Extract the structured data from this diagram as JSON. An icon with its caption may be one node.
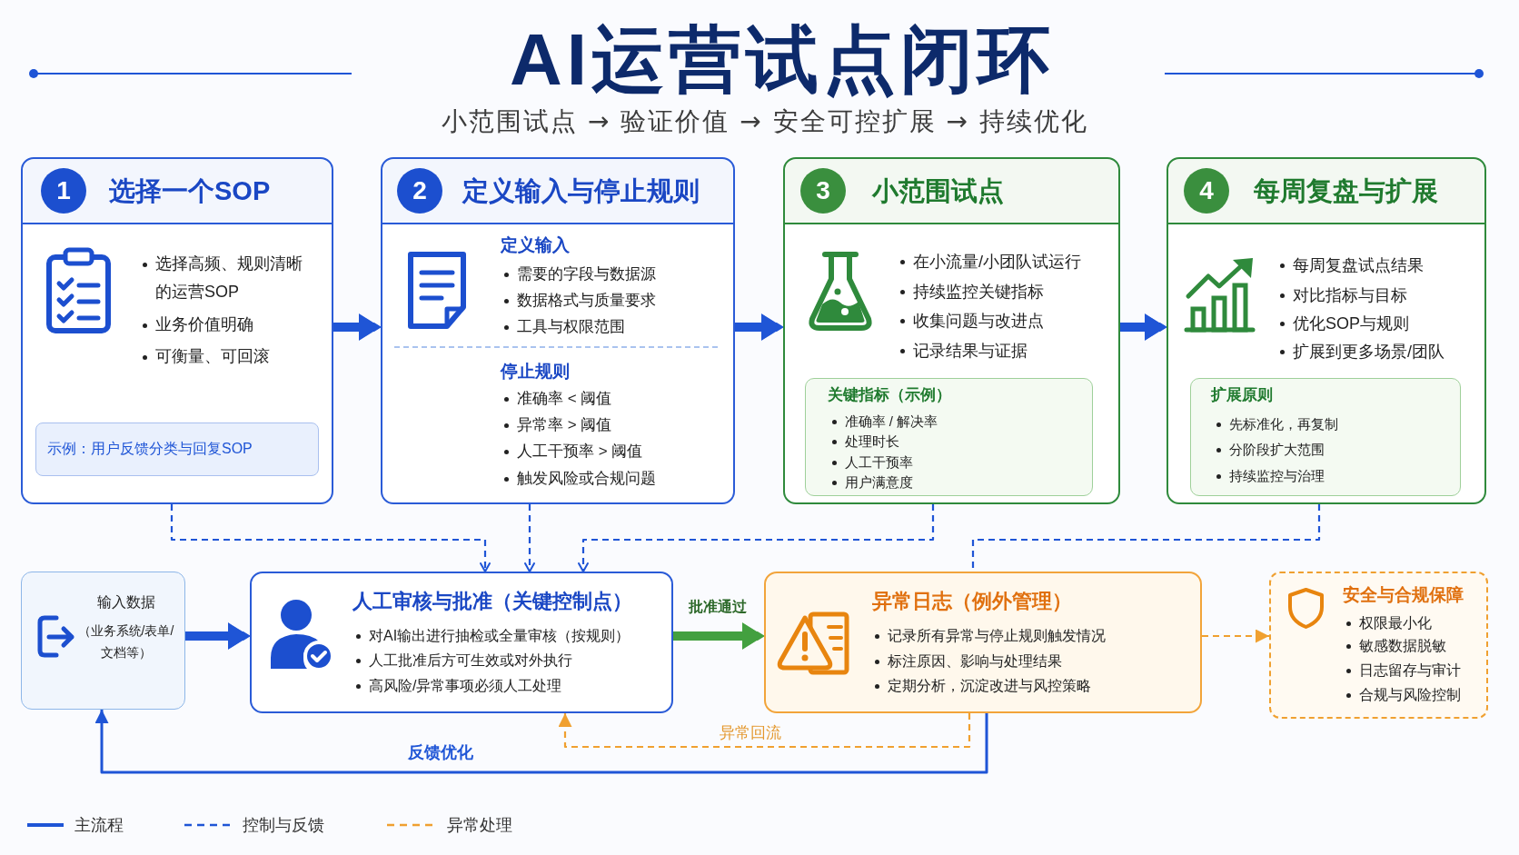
{
  "diagram": {
    "title": "AI运营试点闭环",
    "nodes": [
      {
        "text": [
          "选择一个SOP",
          "选择高频、规则清晰的运营SOP",
          "业务价值明确",
          "可衡量、可回滚"
        ]
      },
      {
        "text": [
          "1"
        ],
        "in": 0
      },
      {
        "text": [
          "示例：用户反馈分类与回复SOP"
        ],
        "in": 0
      },
      {
        "text": [
          "定义输入与停止规则",
          "定义输入",
          "需要的字段与数据源",
          "数据格式与质量要求",
          "工具与权限范围",
          "停止规则",
          "准确率 < 阈值",
          "异常率 > 阈值",
          "人工干预率 > 阈值",
          "触发风险或合规问题"
        ]
      },
      {
        "text": [
          "2"
        ],
        "in": 3
      },
      {
        "text": [
          "小范围试点",
          "在小流量/小团队试运行",
          "持续监控关键指标",
          "收集问题与改进点",
          "记录结果与证据"
        ]
      },
      {
        "text": [
          "3"
        ],
        "in": 5
      },
      {
        "text": [
          "关键指标（示例）",
          "准确率 / 解决率",
          "处理时长",
          "人工干预率",
          "用户满意度"
        ],
        "in": 5
      },
      {
        "text": [
          "每周复盘与扩展",
          "每周复盘试点结果",
          "对比指标与目标",
          "优化SOP与规则",
          "扩展到更多场景/团队"
        ]
      },
      {
        "text": [
          "4"
        ],
        "in": 8
      },
      {
        "text": [
          "扩展原则",
          "先标准化，再复制",
          "分阶段扩大范围",
          "持续监控与治理"
        ],
        "in": 8
      },
      {
        "text": [
          "输入数据",
          "（业务系统/表单/文档等）"
        ]
      },
      {
        "text": [
          "人工审核与批准（关键控制点）",
          "对AI输出进行抽检或全量审核（按规则）",
          "人工批准后方可生效或对外执行",
          "高风险/异常事项必须人工处理"
        ]
      },
      {
        "text": [
          "异常日志（例外管理）",
          "记录所有异常与停止规则触发情况",
          "标注原因、影响与处理结果",
          "定期分析，沉淀改进与风控策略"
        ]
      },
      {
        "text": [
          "安全与合规保障",
          "权限最小化",
          "敏感数据脱敏",
          "日志留存与审计",
          "合规与风险控制"
        ]
      }
    ],
    "edges": [
      {
        "from": 0,
        "to": 3,
        "arrow": "to",
        "style": "thick"
      },
      {
        "from": 3,
        "to": 5,
        "arrow": "to",
        "style": "thick"
      },
      {
        "from": 5,
        "to": 8,
        "arrow": "to",
        "style": "thick"
      },
      {
        "from": 11,
        "to": 12,
        "arrow": "to",
        "style": "thick"
      },
      {
        "from": 12,
        "to": 13,
        "arrow": "to",
        "label": "批准通过",
        "style": "thick",
        "color": "#43a03f"
      },
      {
        "from": 13,
        "to": 14,
        "arrow": "to",
        "style": "dashed",
        "color": "#f0a030"
      },
      {
        "from": 0,
        "to": 12,
        "arrow": "to",
        "style": "dashed"
      },
      {
        "from": 3,
        "to": 12,
        "arrow": "to",
        "style": "dashed"
      },
      {
        "from": 5,
        "to": 12,
        "arrow": "to",
        "style": "dashed"
      },
      {
        "from": 8,
        "to": 13,
        "arrow": "none",
        "style": "dashed"
      },
      {
        "from": 13,
        "to": 12,
        "arrow": "to",
        "label": "异常回流",
        "style": "dashed",
        "color": "#f0a030"
      },
      {
        "from": 13,
        "to": 11,
        "arrow": "to",
        "label": "反馈优化"
      }
    ],
    "labels": [
      "小范围试点 → 验证价值 → 安全可控扩展 → 持续优化"
    ],
    "legend": [
      {
        "text": "主流程"
      },
      {
        "text": "控制与反馈"
      },
      {
        "text": "异常处理"
      }
    ]
  }
}
